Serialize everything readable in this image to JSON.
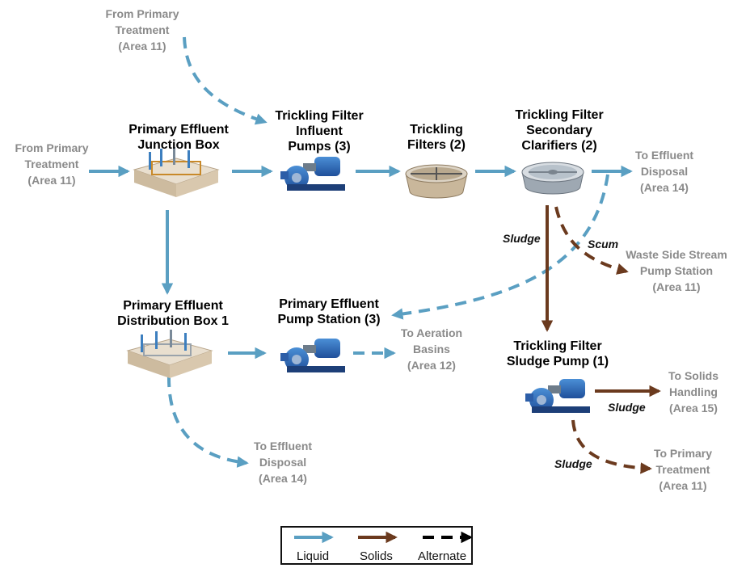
{
  "colors": {
    "liquid": "#5a9fc2",
    "solids": "#6b3a1e",
    "alternate": "#000000",
    "external_text": "#8a8a8a"
  },
  "nodes": {
    "junction_box": {
      "lines": [
        "Primary Effluent",
        "Junction Box"
      ],
      "icon": "junction-box-icon"
    },
    "tf_influent_pumps": {
      "lines": [
        "Trickling Filter",
        "Influent",
        "Pumps (3)"
      ],
      "icon": "pump-icon"
    },
    "trickling_filters": {
      "lines": [
        "Trickling",
        "Filters (2)"
      ],
      "icon": "trickling-filter-icon"
    },
    "secondary_clarifiers": {
      "lines": [
        "Trickling Filter",
        "Secondary",
        "Clarifiers (2)"
      ],
      "icon": "clarifier-icon"
    },
    "distribution_box": {
      "lines": [
        "Primary Effluent",
        "Distribution Box 1"
      ],
      "icon": "distribution-box-icon"
    },
    "pe_pump_station": {
      "lines": [
        "Primary Effluent",
        "Pump Station (3)"
      ],
      "icon": "pump-icon"
    },
    "tf_sludge_pump": {
      "lines": [
        "Trickling Filter",
        "Sludge Pump (1)"
      ],
      "icon": "pump-icon"
    }
  },
  "external": {
    "from_primary_top": [
      "From Primary",
      "Treatment",
      "(Area 11)"
    ],
    "from_primary_left": [
      "From Primary",
      "Treatment",
      "(Area 11)"
    ],
    "to_effluent_disposal_1": [
      "To Effluent",
      "Disposal",
      "(Area 14)"
    ],
    "waste_side_stream": [
      "Waste Side Stream",
      "Pump Station",
      "(Area 11)"
    ],
    "to_aeration_basins": [
      "To Aeration",
      "Basins",
      "(Area 12)"
    ],
    "to_solids_handling": [
      "To Solids",
      "Handling",
      "(Area 15)"
    ],
    "to_primary_treatment": [
      "To Primary",
      "Treatment",
      "(Area 11)"
    ],
    "to_effluent_disposal_2": [
      "To Effluent",
      "Disposal",
      "(Area 14)"
    ]
  },
  "flow_labels": {
    "sludge_clarifier": "Sludge",
    "scum": "Scum",
    "sludge_to_solids": "Sludge",
    "sludge_to_primary": "Sludge"
  },
  "legend": {
    "liquid": "Liquid",
    "solids": "Solids",
    "alternate": "Alternate"
  }
}
